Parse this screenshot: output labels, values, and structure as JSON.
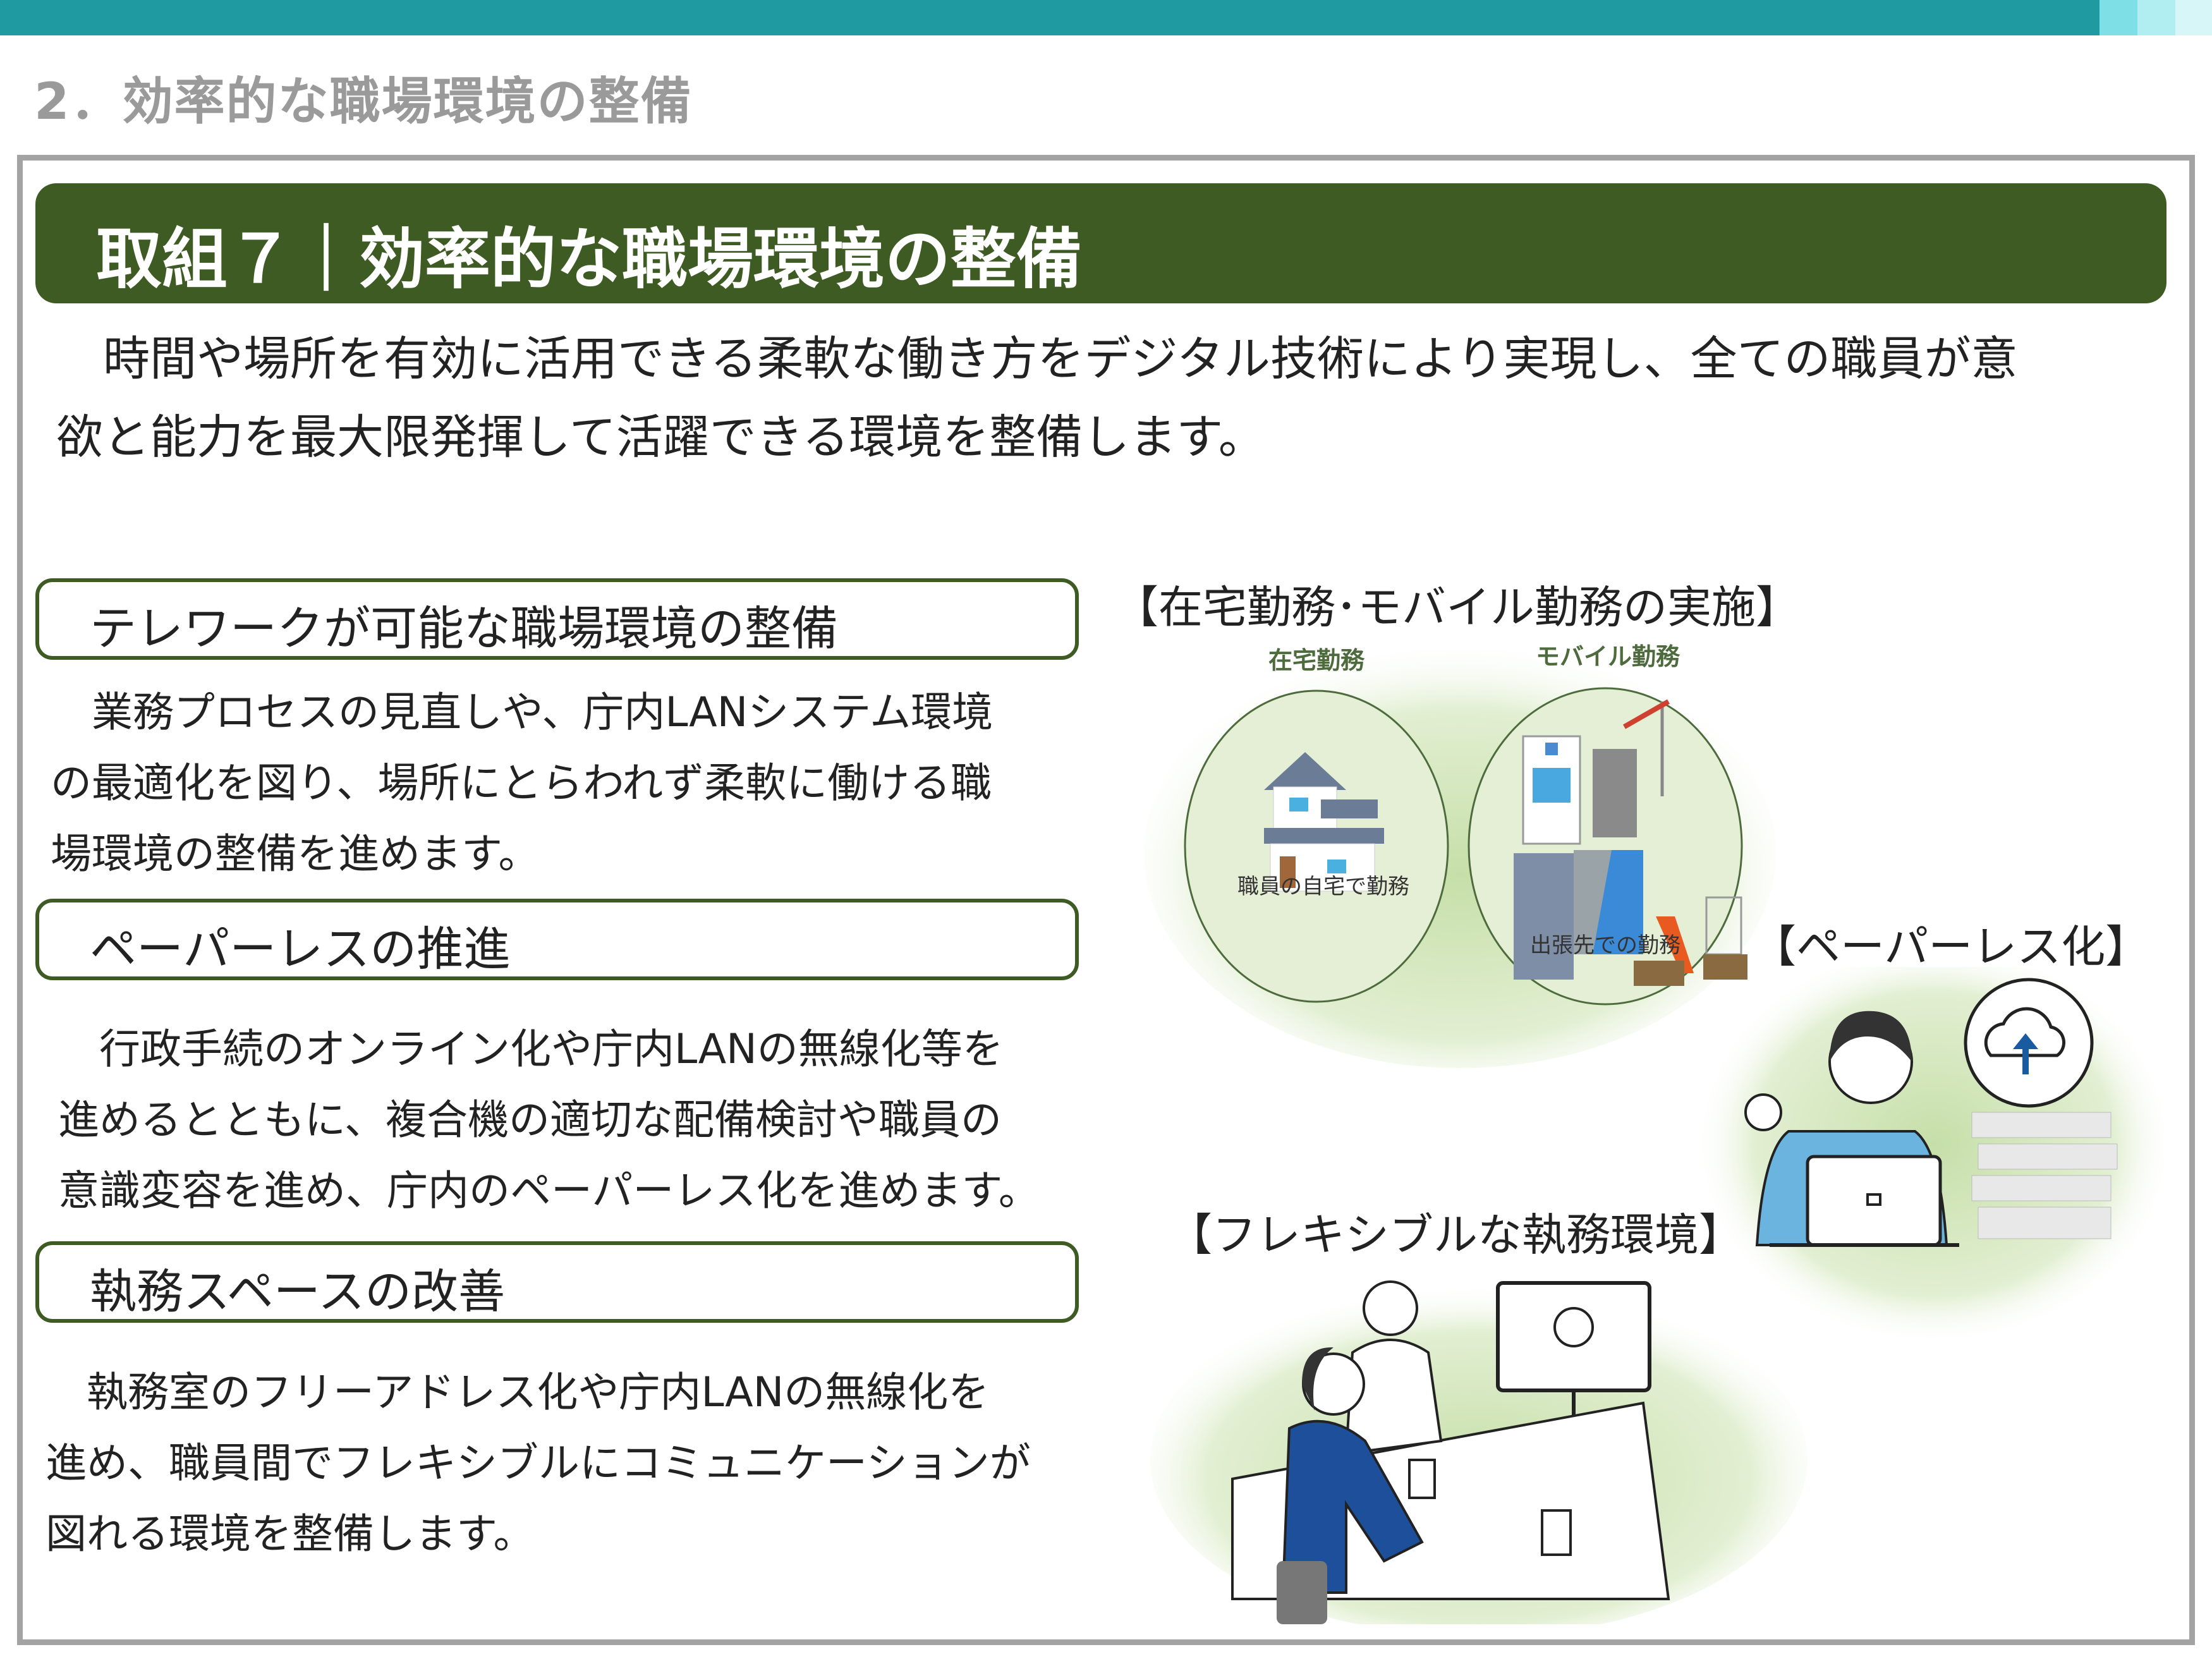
{
  "section_title": "2．効率的な職場環境の整備",
  "header": {
    "title": "取組７｜効率的な職場環境の整備"
  },
  "intro": {
    "lines": [
      "　時間や場所を有効に活用できる柔軟な働き方をデジタル技術により実現し、全ての職員が意",
      "欲と能力を最大限発揮して活躍できる環境を整備します。"
    ]
  },
  "sections": [
    {
      "title": "テレワークが可能な職場環境の整備",
      "lines": [
        "　業務プロセスの見直しや、庁内LANシステム環境",
        "の最適化を図り、場所にとらわれず柔軟に働ける職",
        "場環境の整備を進めます。"
      ]
    },
    {
      "title": "ペーパーレスの推進",
      "lines": [
        "　行政手続のオンライン化や庁内LANの無線化等を",
        "進めるとともに、複合機の適切な配備検討や職員の",
        "意識変容を進め、庁内のペーパーレス化を進めます。"
      ]
    },
    {
      "title": "執務スペースの改善",
      "lines": [
        "　執務室のフリーアドレス化や庁内LANの無線化を",
        "進め、職員間でフレキシブルにコミュニケーションが",
        "図れる環境を整備します。"
      ]
    }
  ],
  "illustrations": {
    "remote": {
      "caption": "【在宅勤務･モバイル勤務の実施】",
      "home_label": "在宅勤務",
      "mobile_label": "モバイル勤務",
      "home_caption": "職員の自宅で勤務",
      "mobile_caption": "出張先での勤務"
    },
    "paperless": {
      "caption": "【ペーパーレス化】"
    },
    "flexible": {
      "caption": "【フレキシブルな執務環境】"
    }
  },
  "colors": {
    "teal": "#1f9aa0",
    "header_green": "#3e5b24",
    "frame_gray": "#a3a3a3"
  }
}
